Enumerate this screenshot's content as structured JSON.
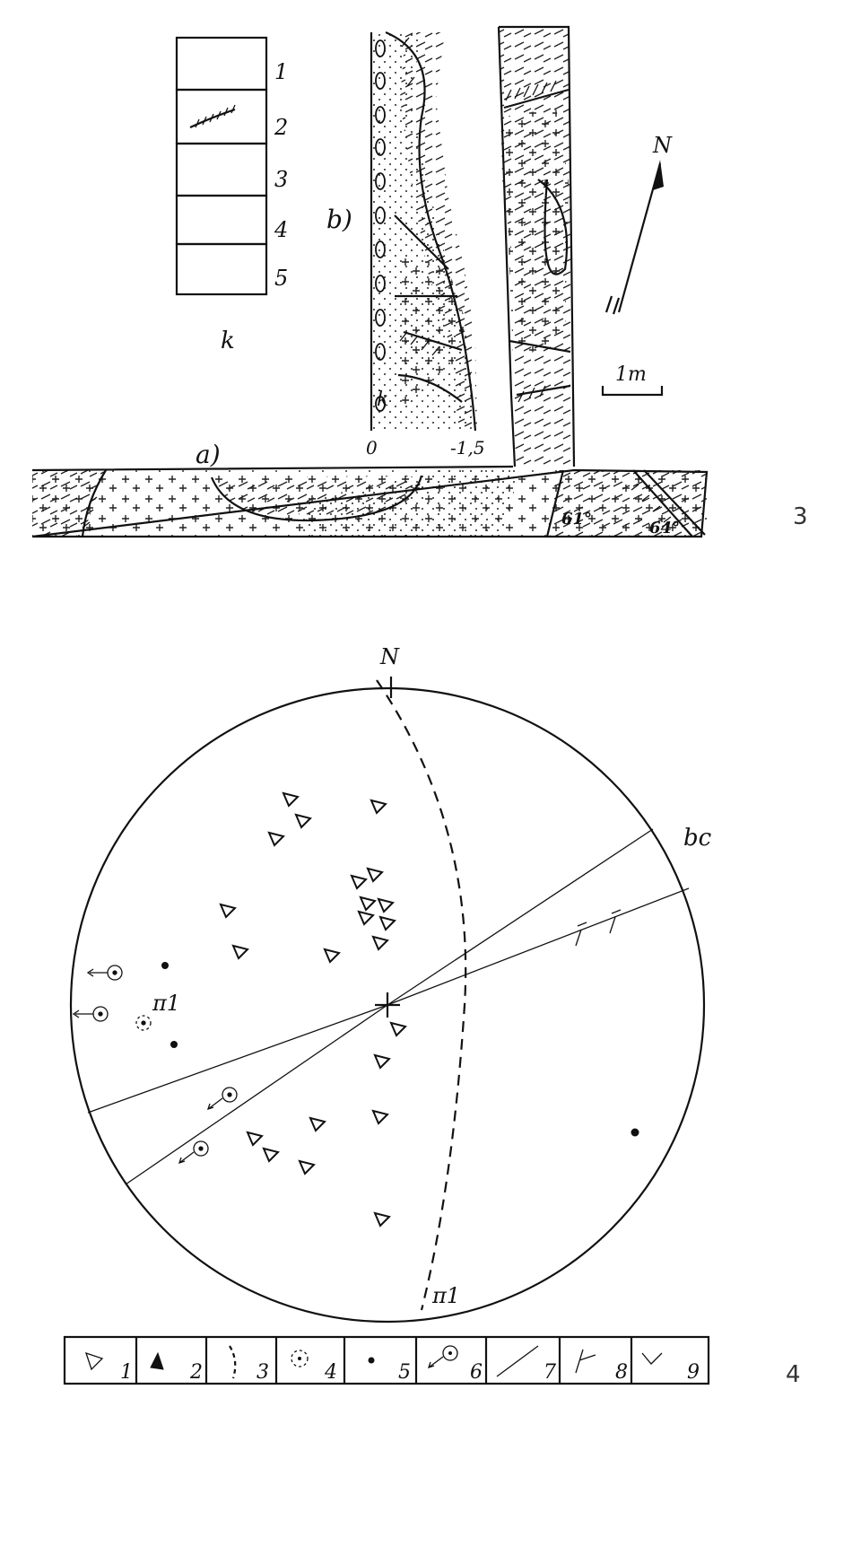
{
  "figure3": {
    "legend_numbers": [
      "1",
      "2",
      "3",
      "4",
      "5"
    ],
    "legend_sublabel": "k",
    "label_a": "a)",
    "label_b": "b)",
    "wall_marker": "k",
    "depth_zero": "0",
    "depth_bottom": "-1,5",
    "north": "N",
    "scale": "1m",
    "dip_1": "61°",
    "dip_2": "64°",
    "figure_number": "3"
  },
  "figure4": {
    "north": "N",
    "great_circle_label": "bc",
    "pole_label_top": "π1",
    "pole_label_bottom": "π1",
    "legend_numbers": [
      "1",
      "2",
      "3",
      "4",
      "5",
      "6",
      "7",
      "8",
      "9"
    ],
    "figure_number": "4"
  }
}
